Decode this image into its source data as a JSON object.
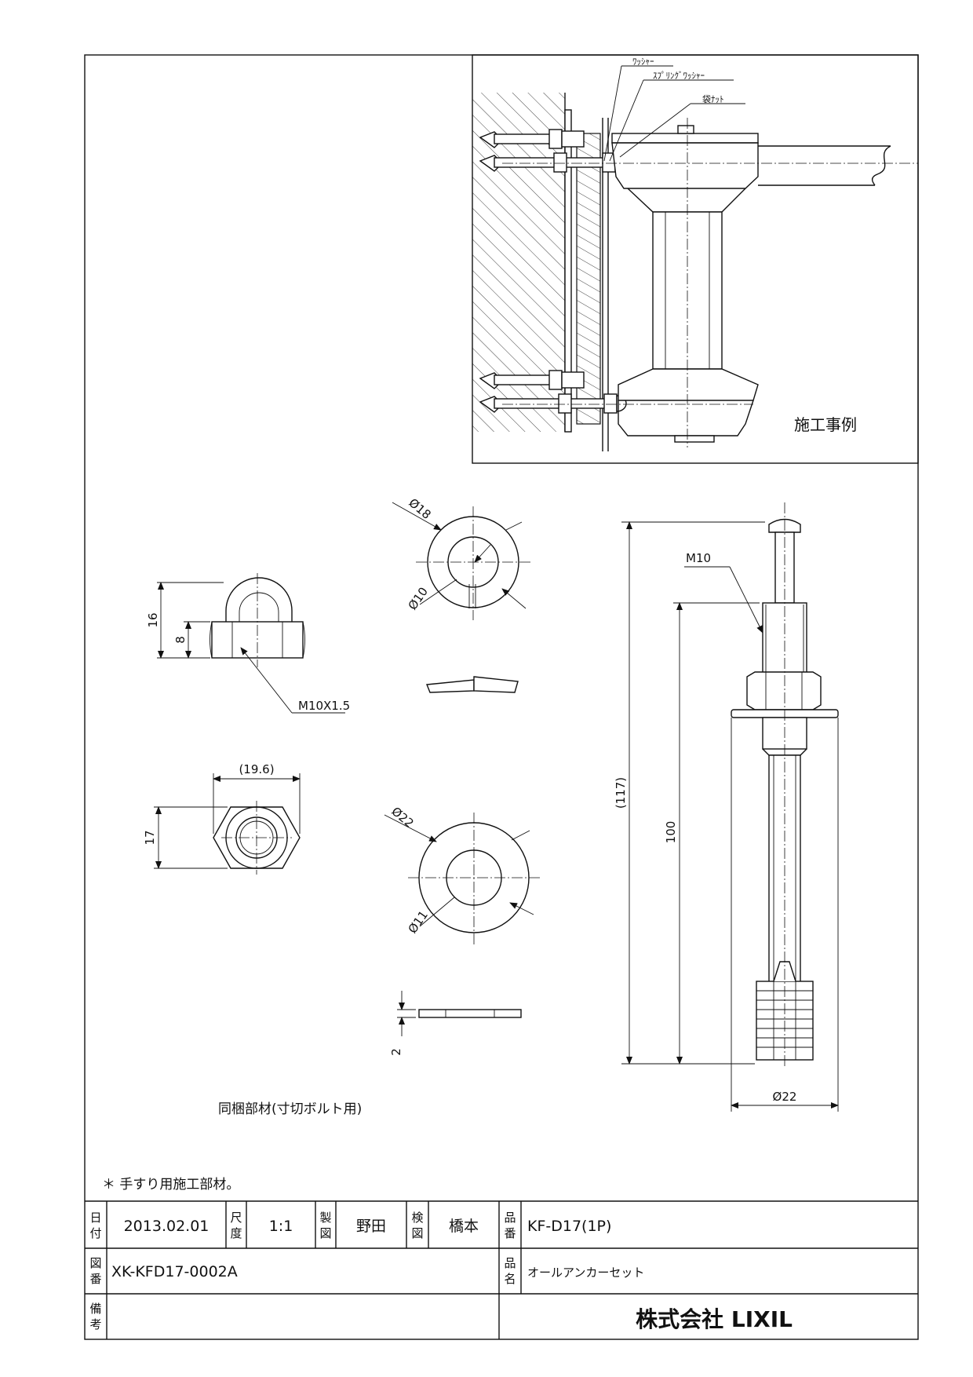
{
  "install_example": {
    "title": "施工事例",
    "callouts": {
      "washer": "ﾜｯｼｬｰ",
      "spring_washer": "ｽﾌﾟﾘﾝｸﾞﾜｯｼｬｰ",
      "cap_nut": "袋ﾅｯﾄ"
    }
  },
  "dimensions": {
    "cap_nut_height": "16",
    "cap_nut_hex_height": "8",
    "cap_nut_thread": "M10X1.5",
    "hex_across_corners": "(19.6)",
    "hex_across_flats": "17",
    "spring_washer_od": "Ø18",
    "spring_washer_id": "Ø10",
    "washer_od": "Ø22",
    "washer_id": "Ø11",
    "washer_thickness": "2",
    "anchor_thread": "M10",
    "anchor_total_length": "(117)",
    "anchor_length": "100",
    "anchor_washer_dia": "Ø22"
  },
  "parts_note": "同梱部材(寸切ボルト用)",
  "footnote": "＊ 手すり用施工部材。",
  "title_block": {
    "date_label": "日付",
    "date": "2013.02.01",
    "scale_label": "尺度",
    "scale": "1:1",
    "drawn_label": "製図",
    "drawn_by": "野田",
    "checked_label": "検図",
    "checked_by": "橋本",
    "part_no_label": "品番",
    "part_no": "KF-D17(1P)",
    "drawing_no_label": "図番",
    "drawing_no": "XK-KFD17-0002A",
    "part_name_label": "品名",
    "part_name": "オールアンカーセット",
    "remarks_label": "備考",
    "company": "株式会社 LIXIL"
  }
}
